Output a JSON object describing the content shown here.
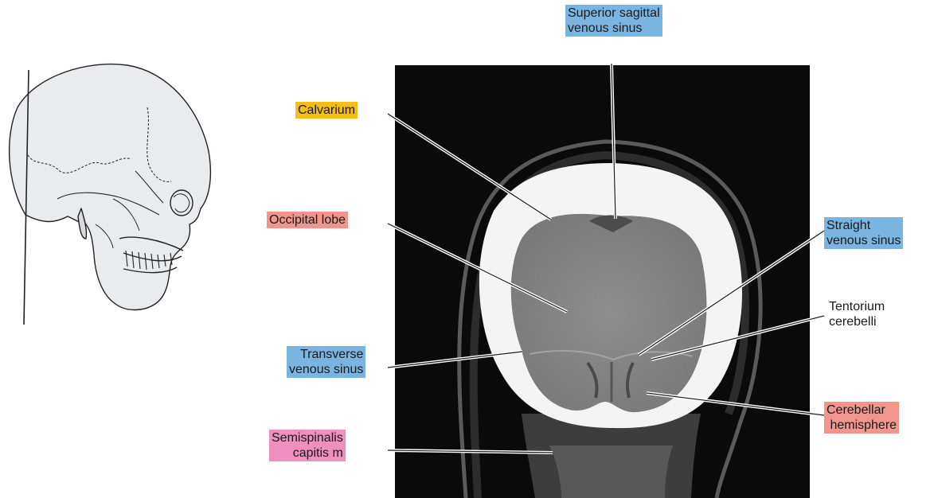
{
  "labels": {
    "calvarium": "Calvarium",
    "superior_sagittal": "Superior sagittal\nvenous sinus",
    "occipital_lobe": "Occipital lobe",
    "straight_sinus": "Straight\nvenous sinus",
    "tentorium": "Tentorium\ncerebelli",
    "transverse_sinus": "Transverse\nvenous sinus",
    "cerebellar_hemisphere": "Cerebellar\n hemisphere",
    "semispinalis": "Semispinalis\ncapitis m"
  },
  "colors": {
    "calvarium": "#f6bd16",
    "venous_sinus": "#7ab4e0",
    "lobe": "#f0968c",
    "muscle": "#ee8fbd",
    "scan_background": "#0a0a0a",
    "bone": "#f4f4f4",
    "brain": "#7b7b7b"
  },
  "icons": {
    "skull": "skull-lateral-view-icon",
    "plane": "coronal-plane-line"
  }
}
